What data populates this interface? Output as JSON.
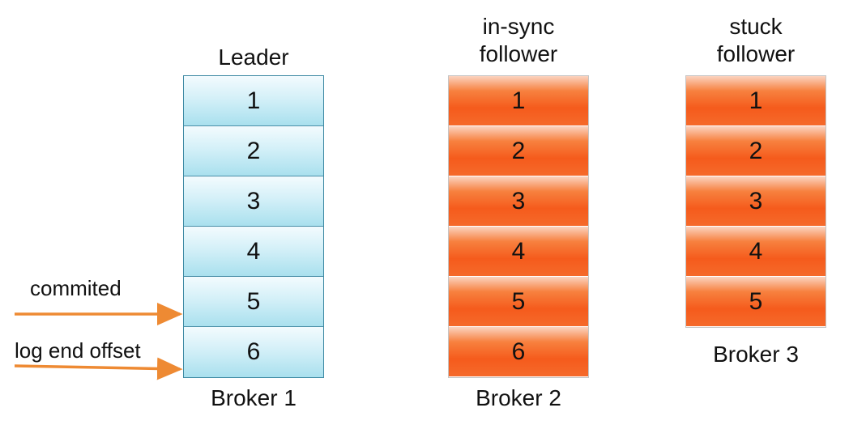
{
  "columns": [
    {
      "title": [
        "Leader"
      ],
      "broker": "Broker 1",
      "style": "leader",
      "cells": [
        "1",
        "2",
        "3",
        "4",
        "5",
        "6"
      ]
    },
    {
      "title": [
        "in-sync",
        "follower"
      ],
      "broker": "Broker 2",
      "style": "red",
      "cells": [
        "1",
        "2",
        "3",
        "4",
        "5",
        "6"
      ]
    },
    {
      "title": [
        "stuck",
        "follower"
      ],
      "broker": "Broker 3",
      "style": "red",
      "cells": [
        "1",
        "2",
        "3",
        "4",
        "5"
      ]
    }
  ],
  "annotations": {
    "committed": "commited",
    "log_end_offset": "log end offset"
  },
  "colors": {
    "leader_fill": "#bfe9f4",
    "follower_fill": "#f55b1c",
    "arrow": "#ee8a33",
    "leader_border": "#3e8aa4"
  }
}
